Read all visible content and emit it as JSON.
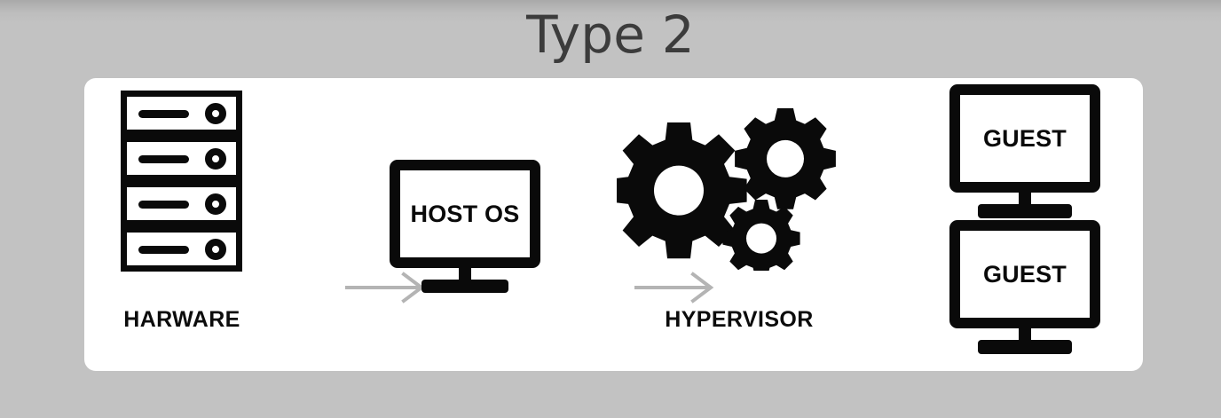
{
  "title": "Type 2",
  "colors": {
    "background": "#c2c2c2",
    "panel": "#ffffff",
    "ink": "#0a0a0a",
    "title_text": "#3c3c3c",
    "arrow": "#b4b4b4"
  },
  "stages": [
    {
      "id": "hardware",
      "label": "HARWARE",
      "icon": "server-stack-icon",
      "units": 4
    },
    {
      "id": "host",
      "label": "",
      "icon": "monitor-icon",
      "screen_text": "HOST OS"
    },
    {
      "id": "hypervisor",
      "label": "HYPERVISOR",
      "icon": "gears-icon",
      "gear_count": 3
    },
    {
      "id": "guest",
      "label": "",
      "icon": "monitor-icon",
      "screens": [
        {
          "screen_text": "GUEST"
        },
        {
          "screen_text": "GUEST"
        }
      ]
    }
  ],
  "arrows": [
    {
      "id": "arrow-hardware-to-host",
      "from": "hardware",
      "to": "host"
    },
    {
      "id": "arrow-host-to-hypervisor",
      "from": "host",
      "to": "hypervisor"
    },
    {
      "id": "arrow-hypervisor-to-guest",
      "from": "hypervisor",
      "to": "guest"
    }
  ]
}
